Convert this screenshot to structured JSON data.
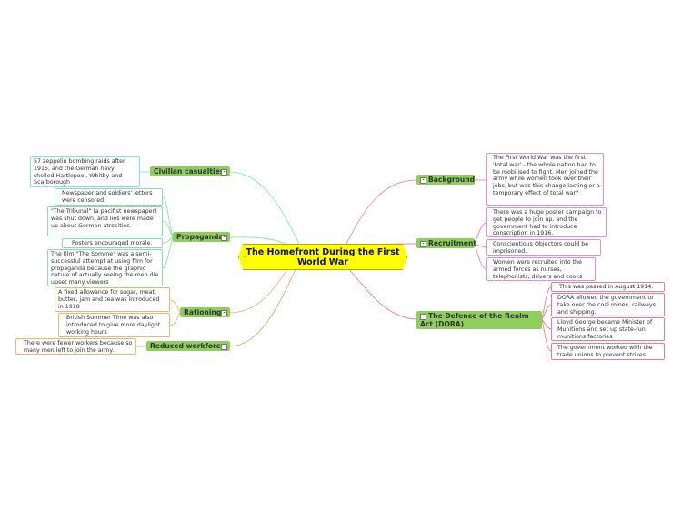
{
  "central": {
    "title": "The Homefront During the First World War"
  },
  "branches": {
    "civilian_casualties": {
      "label": "Civilian casualties",
      "leaves": [
        "57 zeppelin bombing raids after 1915, and the German navy shelled Hartlepool, Whitby and Scarborough"
      ]
    },
    "propaganda": {
      "label": "Propaganda",
      "leaves": [
        "Newspaper and soldiers' letters were censored.",
        "\"The Tribunal\" (a pacifist newspaper) was shut down, and lies were made up about German atrocities.",
        "Posters encouraged morale.",
        "The film \"The Somme\" was a semi-successful attempt at using film for propaganda because the graphic nature of actually seeing the men die upset many viewers"
      ]
    },
    "rationing": {
      "label": "Rationing",
      "leaves": [
        "A fixed allowance for sugar, meat, butter, jam and tea was introduced in 1918",
        "British Summer Time was also introduced to give more daylight working hours"
      ]
    },
    "reduced_workforce": {
      "label": "Reduced workforce",
      "leaves": [
        "There were fewer workers because so many men left to join the army."
      ]
    },
    "background": {
      "label": "Background",
      "leaves": [
        "The First World War was the first 'total war' - the whole nation had to be mobilised to fight. Men joined the army while women took over their jobs, but was this change lasting or a temporary effect of total war?"
      ]
    },
    "recruitment": {
      "label": "Recruitment",
      "leaves": [
        "There was a huge poster campaign to get people to join up, and the government had to introduce conscription in 1916.",
        "Conscientious Objectors could be imprisoned.",
        "Women were recruited into the armed forces as nurses, telephonists, drivers and cooks"
      ]
    },
    "dora": {
      "label": "The Defence of the Realm Act (DORA)",
      "leaves": [
        "This was passed in August 1914.",
        "DORA allowed the government to take over the coal mines, railways and shipping.",
        "Lloyd George became Minister of Munitions and set up state-run munitions factories",
        "The government worked with the trade unions to prevent strikes"
      ]
    }
  },
  "colors": {
    "central_fill": "#ffff00",
    "branch_fill": "#8fce5e",
    "civilian": "#7fe3ec",
    "propaganda": "#88e0a6",
    "rationing": "#f4b478",
    "workforce": "#f4a070",
    "background": "#e58be0",
    "recruitment": "#e57fd6",
    "dora": "#f07d8c"
  }
}
